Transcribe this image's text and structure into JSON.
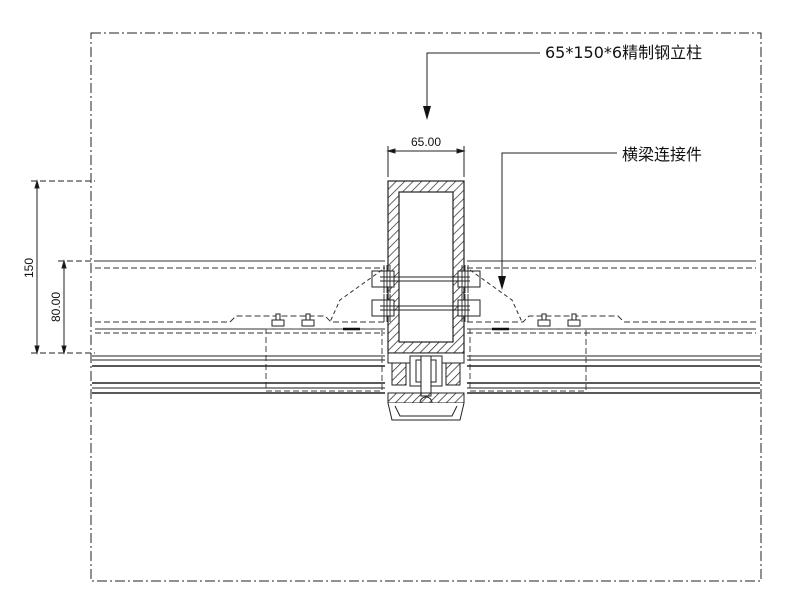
{
  "labels": {
    "column": "65*150*6精制钢立柱",
    "connector": "横梁连接件"
  },
  "dimensions": {
    "width": "65.00",
    "height_total": "150",
    "height_partial": "80.00"
  }
}
